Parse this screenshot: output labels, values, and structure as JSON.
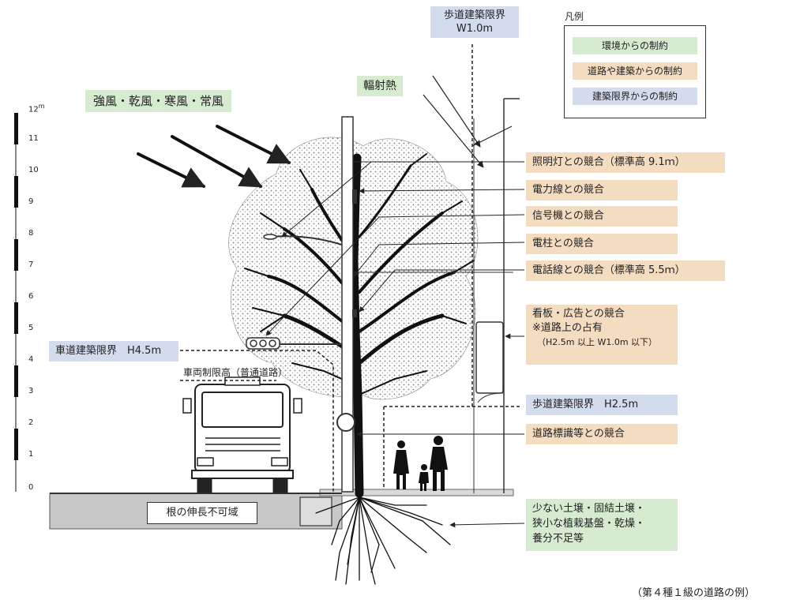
{
  "legend": {
    "title": "凡例",
    "items": [
      {
        "label": "環境からの制約",
        "color": "#d7ebd1"
      },
      {
        "label": "道路や建築からの制約",
        "color": "#f4dcc1"
      },
      {
        "label": "建築限界からの制約",
        "color": "#d2dcec"
      }
    ]
  },
  "scale": {
    "unit": "m",
    "ticks": [
      "12",
      "11",
      "10",
      "9",
      "8",
      "7",
      "6",
      "5",
      "4",
      "3",
      "2",
      "1",
      "0"
    ]
  },
  "top_limit": {
    "line1": "歩道建築限界",
    "line2": "W1.0m"
  },
  "wind_label": "強風・乾風・寒風・常風",
  "heat_label": "輻射熱",
  "right_labels": [
    "照明灯との競合（標準高 9.1ｍ）",
    "電力線との競合",
    "信号機との競合",
    "電柱との競合",
    "電話線との競合（標準高 5.5ｍ）"
  ],
  "signboard": {
    "line1": "看板・広告との競合",
    "line2": "※道路上の占有",
    "line3": "（H2.5m 以上 W1.0m 以下）"
  },
  "sidewalk_limit": "歩道建築限界　H2.5m",
  "road_sign_label": "道路標識等との競合",
  "soil_label": {
    "line1": "少ない土壌・固結土壌・",
    "line2": "狭小な植栽基盤・乾燥・",
    "line3": "養分不足等"
  },
  "roadway_limit": "車道建築限界　H4.5m",
  "vehicle_height": "車両制限高（普通道路）",
  "root_zone": "根の伸長不可域",
  "caption": "（第４種１級の道路の例）"
}
